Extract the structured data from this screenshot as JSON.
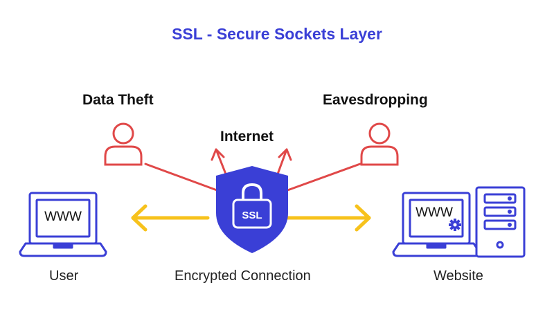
{
  "diagram": {
    "title": "SSL - Secure Sockets Layer",
    "threats": {
      "left": "Data Theft",
      "right": "Eavesdropping",
      "center": "Internet"
    },
    "shield_label": "SSL",
    "user_label": "User",
    "connection_label": "Encrypted Connection",
    "website_label": "Website",
    "screen_text_user": "WWW",
    "screen_text_website": "WWW"
  },
  "colors": {
    "title": "#3a3fd6",
    "blue": "#3a3fd6",
    "red": "#e04848",
    "yellow": "#f7c21c",
    "white": "#ffffff"
  },
  "icons": [
    "attacker-left-icon",
    "attacker-right-icon",
    "ssl-shield-icon",
    "padlock-icon",
    "laptop-user-icon",
    "laptop-website-icon",
    "server-tower-icon",
    "gear-icon"
  ]
}
